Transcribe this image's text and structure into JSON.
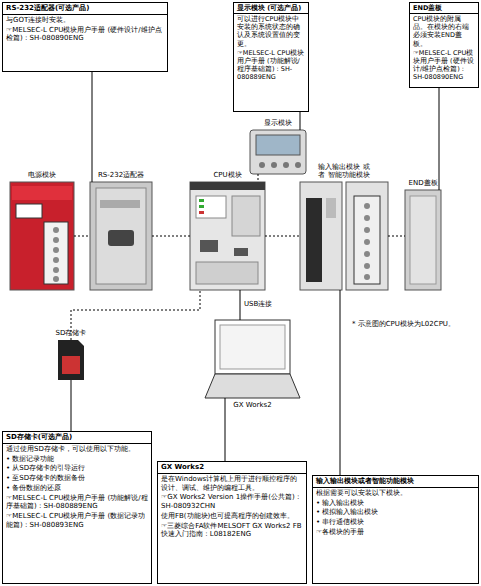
{
  "diagram": {
    "nodes": [
      {
        "text": [
          "RS-232适配器(可选产品)",
          "与GOT连接时安装。",
          "☞MELSEC-L CPU模块用户手册 (硬件设计/维护点检篇) : SH-080890ENG"
        ]
      },
      {
        "text": [
          "显示模块 (可选产品)",
          "可以进行CPU模块中安装的系统状态的确认及系统设置值的变更。",
          "☞MELSEC-L CPU模块用户手册 (功能解说/程序基础篇) : SH-080889ENG"
        ]
      },
      {
        "text": [
          "END盖板",
          "CPU模块的附属品。在模块的右端必须安装END盖板。",
          "☞MELSEC-L CPU模块用户手册 (硬件设计/维护点检篇) : SH-080890ENG"
        ]
      },
      {
        "text": [
          "显示模块"
        ]
      },
      {
        "text": [
          "电源模块"
        ]
      },
      {
        "text": [
          "RS-232适配器"
        ]
      },
      {
        "text": [
          "CPU模块"
        ]
      },
      {
        "text": [
          "输入输出模块 或者 智能功能模块"
        ]
      },
      {
        "text": [
          "END盖板"
        ]
      },
      {
        "text": [
          "SD存储卡"
        ]
      },
      {
        "text": [
          "GX Works2"
        ]
      },
      {
        "text": [
          "SD存储卡(可选产品)",
          "通过使用SD存储卡，可以使用以下功能。",
          "• 数据记录功能",
          "• 从SD存储卡的引导运行",
          "• 至SD存储卡的数据备份",
          "• 备份数据的还原",
          "☞MELSEC-L CPU模块用户手册 (功能解说/程序基础篇) : SH-080889ENG",
          "☞MELSEC-L CPU模块用户手册 (数据记录功能篇) : SH-080893ENG"
        ]
      },
      {
        "text": [
          "GX Works2",
          "是在Windows计算机上用于进行顺控程序的设计、调试、维护的编程工具。",
          "☞GX Works2 Version 1操作手册(公共篇) : SH-080932CHN",
          "使用FB(功能块)也可提高程序的创建效率。",
          "☞三菱综合FA软件MELSOFT GX Works2 FB快速入门指南 : L08182ENG"
        ]
      },
      {
        "text": [
          "输入输出模块或者智能功能模块",
          "根据需要可以安装以下模块。",
          "• 输入输出模块",
          "• 模拟输入输出模块",
          "• 串行通信模块",
          "☞各模块的手册"
        ]
      }
    ],
    "edges": [
      {
        "from": 0,
        "to": 5,
        "arrow": "none"
      },
      {
        "from": 1,
        "to": 3,
        "arrow": "none"
      },
      {
        "from": 2,
        "to": 8,
        "arrow": "none"
      },
      {
        "from": 4,
        "to": 5,
        "arrow": "none"
      },
      {
        "from": 5,
        "to": 6,
        "arrow": "none"
      },
      {
        "from": 3,
        "to": 6,
        "arrow": "none"
      },
      {
        "from": 6,
        "to": 7,
        "arrow": "none"
      },
      {
        "from": 7,
        "to": 8,
        "arrow": "none"
      },
      {
        "from": 9,
        "to": 6,
        "arrow": "none"
      },
      {
        "from": 6,
        "to": 10,
        "label": "USB连接",
        "arrow": "none"
      },
      {
        "from": 11,
        "to": 9,
        "arrow": "none"
      },
      {
        "from": 12,
        "to": 10,
        "arrow": "none"
      },
      {
        "from": 13,
        "to": 7,
        "arrow": "none"
      }
    ],
    "labels": [
      "* 示意图的CPU模块为L02CPU。"
    ]
  }
}
